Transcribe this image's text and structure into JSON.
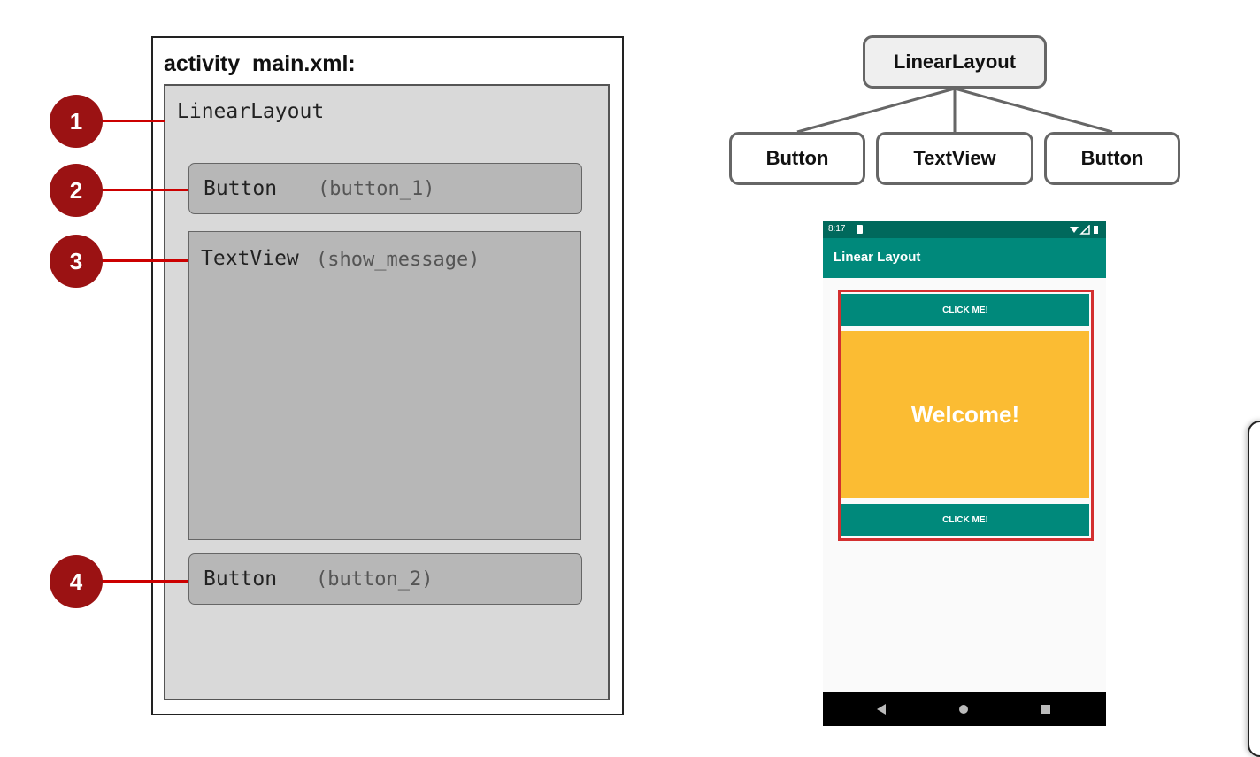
{
  "xml_panel": {
    "title": "activity_main.xml:",
    "root_label": "LinearLayout",
    "elements": [
      {
        "label": "Button",
        "id": "(button_1)"
      },
      {
        "label": "TextView",
        "id": "(show_message)"
      },
      {
        "label": "Button",
        "id": "(button_2)"
      }
    ],
    "markers": [
      "1",
      "2",
      "3",
      "4"
    ]
  },
  "tree": {
    "root": "LinearLayout",
    "children": [
      "Button",
      "TextView",
      "Button"
    ]
  },
  "phone": {
    "time": "8:17",
    "app_title": "Linear Layout",
    "button_top": "CLICK ME!",
    "message": "Welcome!",
    "button_bottom": "CLICK ME!",
    "colors": {
      "status_bar": "#00695c",
      "app_bar": "#00897b",
      "button": "#00897b",
      "textview": "#fbbc33",
      "highlight": "#d32f2f"
    },
    "icons": [
      "sim-card-icon",
      "wifi-icon",
      "signal-icon",
      "battery-icon",
      "back-icon",
      "home-icon",
      "recents-icon"
    ]
  },
  "colors": {
    "marker": "#9b1213",
    "connector": "#cc0000"
  }
}
